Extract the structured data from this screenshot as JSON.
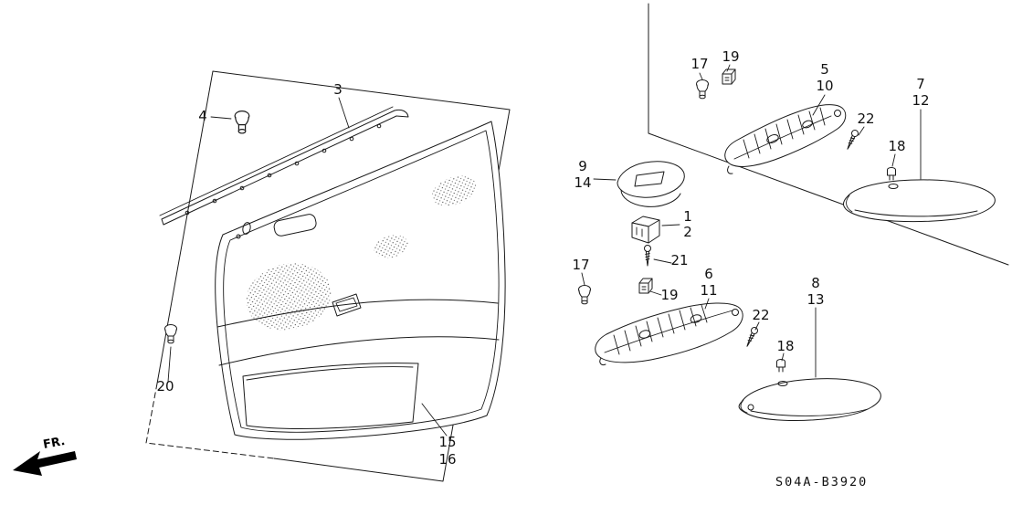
{
  "diagram": {
    "drawing_code": "S04A-B3920",
    "front_direction_label": "FR.",
    "ink_color": "#1a1a1a",
    "background_color": "#ffffff"
  },
  "callouts": {
    "weatherstrip": "3",
    "weatherstrip_clip": "4",
    "lining_clip": "20",
    "door_lining_upper": "15",
    "door_lining_lower": "16",
    "upper_grommet": "17",
    "upper_snap_clip": "19",
    "upper_armrest_base_a": "5",
    "upper_armrest_base_b": "10",
    "upper_armrest_a": "7",
    "upper_armrest_b": "12",
    "upper_screw": "22",
    "upper_armrest_clip": "18",
    "switch_panel_a": "9",
    "switch_panel_b": "14",
    "switch_a": "1",
    "switch_b": "2",
    "switch_screw": "21",
    "lower_grommet": "17",
    "lower_snap_clip": "19",
    "lower_armrest_base_a": "6",
    "lower_armrest_base_b": "11",
    "lower_armrest_a": "8",
    "lower_armrest_b": "13",
    "lower_screw": "22",
    "lower_armrest_clip": "18"
  }
}
